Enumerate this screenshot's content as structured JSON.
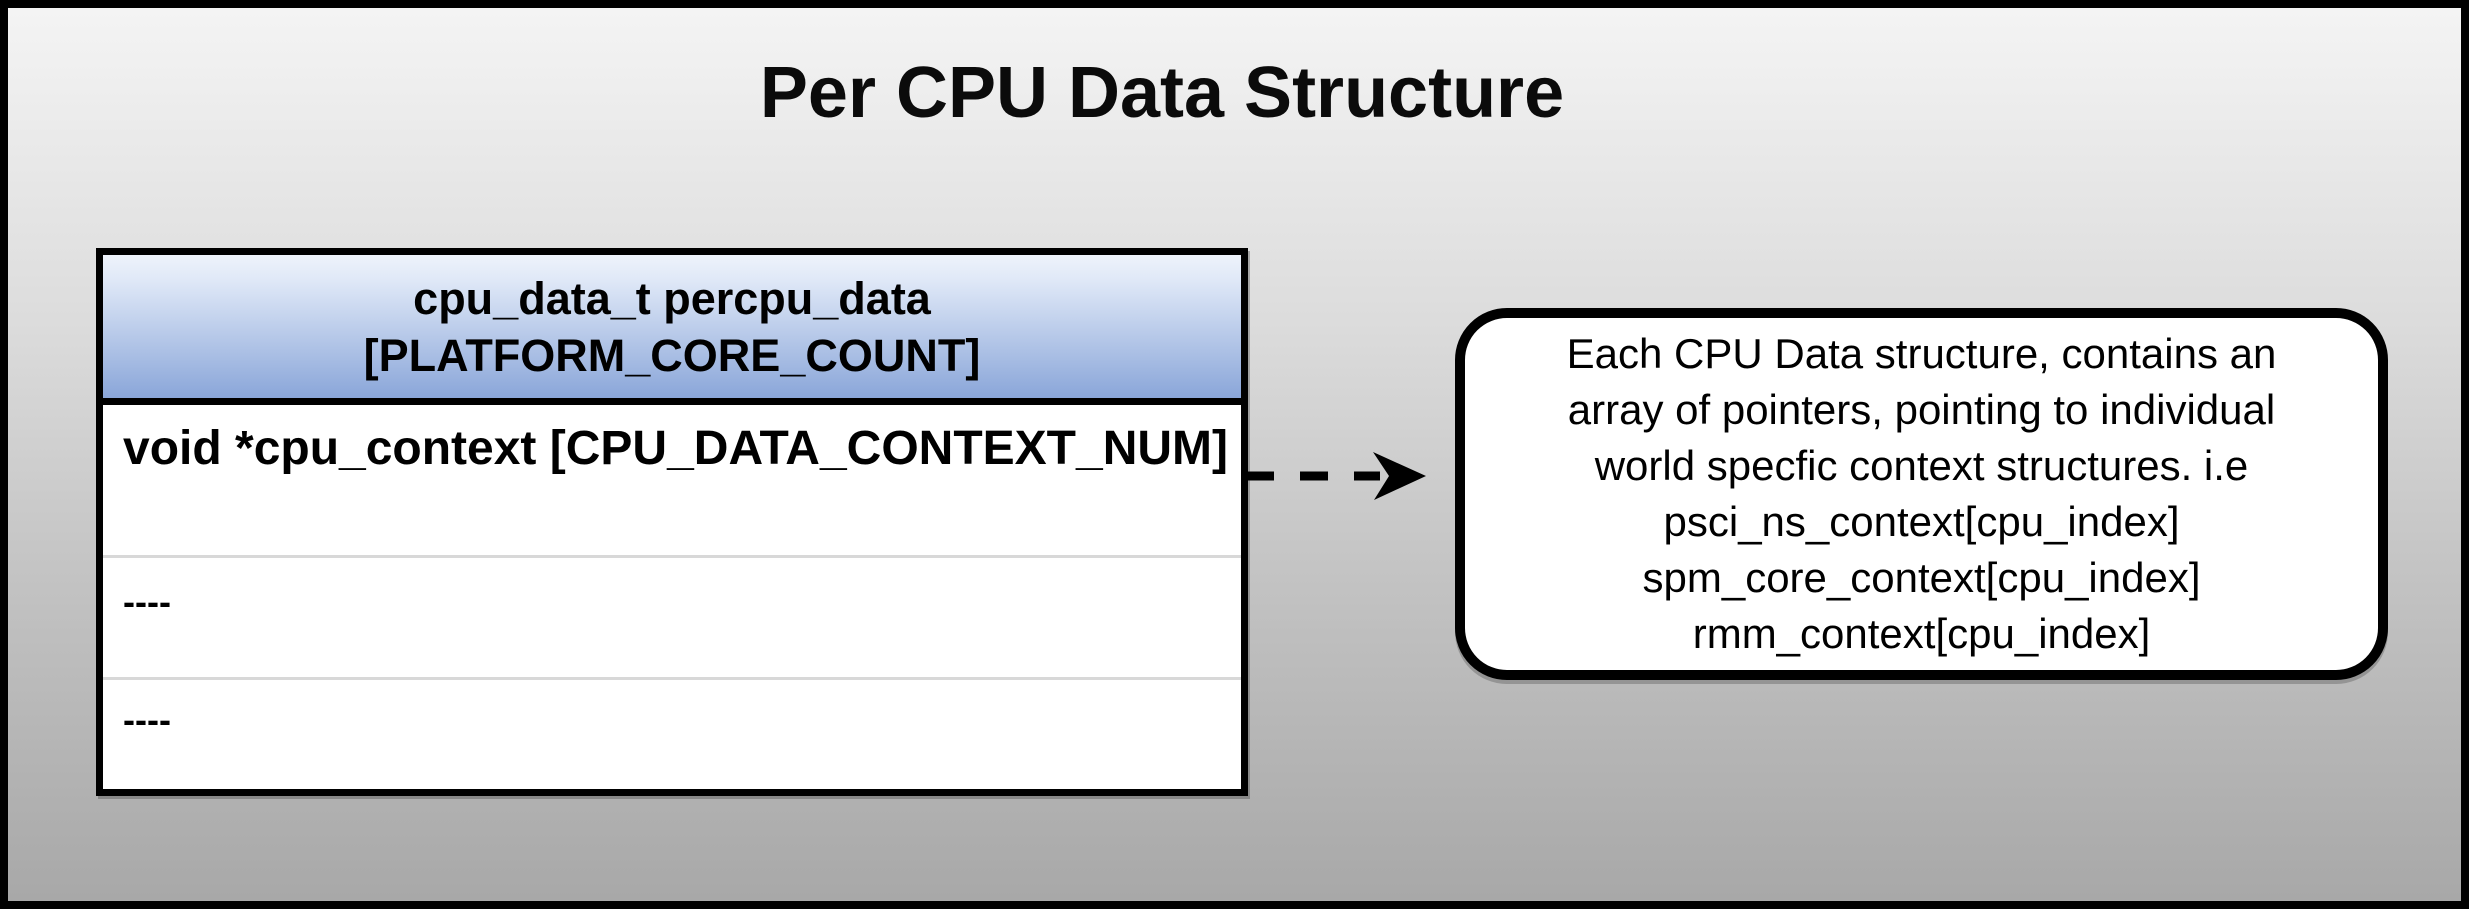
{
  "title": "Per CPU Data Structure",
  "table": {
    "header": {
      "line1": "cpu_data_t percpu_data",
      "line2": "[PLATFORM_CORE_COUNT]"
    },
    "rows": [
      {
        "text": "void *cpu_context [CPU_DATA_CONTEXT_NUM]"
      },
      {
        "text": "----"
      },
      {
        "text": "----"
      }
    ]
  },
  "annotation": {
    "lines": [
      "Each CPU Data structure, contains an",
      "array of pointers, pointing to individual",
      "world specfic context structures. i.e",
      "psci_ns_context[cpu_index]",
      "spm_core_context[cpu_index]",
      "rmm_context[cpu_index]"
    ]
  },
  "colors": {
    "background_top": "#f4f4f4",
    "background_bottom": "#a8a8a8",
    "outer_border": "#000000",
    "header_gradient_top": "#e2ebf8",
    "header_gradient_bottom": "#8aa6d9",
    "row_separator": "#d8d8d8",
    "box_fill": "#ffffff",
    "text": "#000000",
    "arrow": "#000000"
  }
}
